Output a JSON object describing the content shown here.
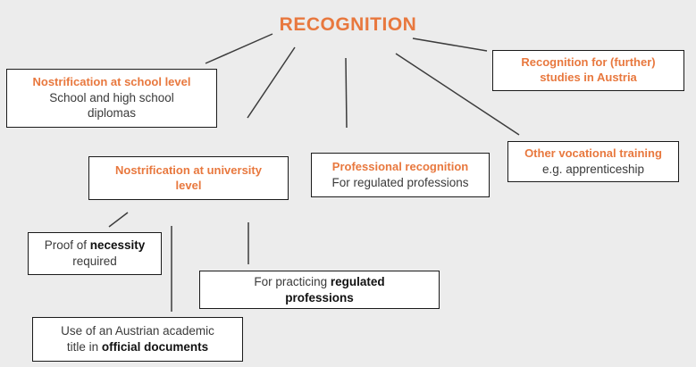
{
  "title": "RECOGNITION",
  "colors": {
    "accent": "#E8783E",
    "background": "#ECECEC",
    "box_border": "#1A1A1A",
    "connector": "#3C3C3C",
    "body_text": "#3A3A3A"
  },
  "nodes": {
    "school": {
      "heading": "Nostrification at school level",
      "body": "School and high school\ndiplomas"
    },
    "studies": {
      "heading": "Recognition for (further)\nstudies in Austria"
    },
    "university": {
      "heading": "Nostrification at university\nlevel"
    },
    "professional": {
      "heading": "Professional recognition",
      "body": "For regulated professions"
    },
    "vocational": {
      "heading": "Other vocational training",
      "body": "e.g. apprenticeship"
    },
    "proof": {
      "pre": "Proof of ",
      "bold": "necessity",
      "post": "\nrequired"
    },
    "practicing": {
      "pre": "For practicing ",
      "bold": "regulated\nprofessions",
      "post": ""
    },
    "use_title": {
      "pre": "Use of an Austrian academic\ntitle in ",
      "bold": "official documents",
      "post": ""
    }
  },
  "connections": [
    {
      "from": "recognition",
      "to": "school"
    },
    {
      "from": "recognition",
      "to": "university"
    },
    {
      "from": "recognition",
      "to": "professional"
    },
    {
      "from": "recognition",
      "to": "vocational"
    },
    {
      "from": "recognition",
      "to": "studies"
    },
    {
      "from": "university",
      "to": "proof"
    },
    {
      "from": "university",
      "to": "use_title"
    },
    {
      "from": "university",
      "to": "practicing"
    }
  ]
}
